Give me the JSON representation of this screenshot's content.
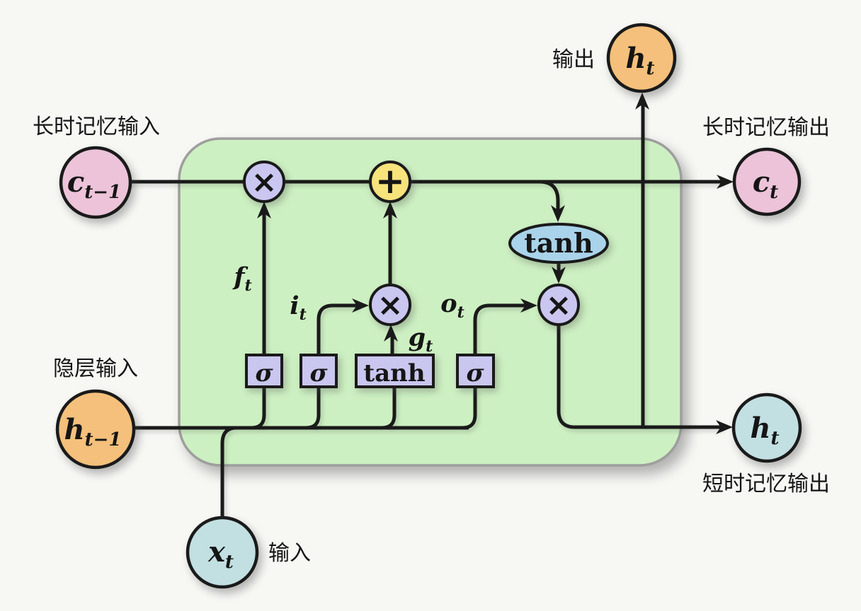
{
  "colors": {
    "background": "#f7f7f4",
    "cell_fill": "#cdf0c2",
    "cell_border": "#9e9e9e",
    "node_pink": "#ecc3d8",
    "node_orange": "#f4c07c",
    "node_cyan": "#c2dfe2",
    "gate_purple": "#c9c6f0",
    "op_yellow": "#f6e37c",
    "tanh_blue": "#a9d3ea",
    "wire_black": "#1a1a1a"
  },
  "labels": {
    "long_term_input": "长时记忆输入",
    "hidden_input": "隐层输入",
    "input": "输入",
    "output": "输出",
    "long_term_output": "长时记忆输出",
    "short_term_output": "短时记忆输出"
  },
  "nodes": {
    "c_prev": {
      "base": "c",
      "sub": "t−1"
    },
    "h_prev": {
      "base": "h",
      "sub": "t−1"
    },
    "x_in": {
      "base": "x",
      "sub": "t"
    },
    "h_out_top": {
      "base": "h",
      "sub": "t"
    },
    "c_out": {
      "base": "c",
      "sub": "t"
    },
    "h_out_right": {
      "base": "h",
      "sub": "t"
    }
  },
  "signals": {
    "forget": {
      "base": "f",
      "sub": "t"
    },
    "input_gate": {
      "base": "i",
      "sub": "t"
    },
    "candidate": {
      "base": "g",
      "sub": "t"
    },
    "output_gate": {
      "base": "o",
      "sub": "t"
    }
  },
  "gates": {
    "sigma_forget": "σ",
    "sigma_input": "σ",
    "tanh_candidate": "tanh",
    "sigma_output": "σ"
  },
  "activations": {
    "tanh_cell": "tanh"
  },
  "ops": {
    "forget_multiply": "×",
    "cell_add": "+",
    "input_multiply": "×",
    "output_multiply": "×"
  }
}
